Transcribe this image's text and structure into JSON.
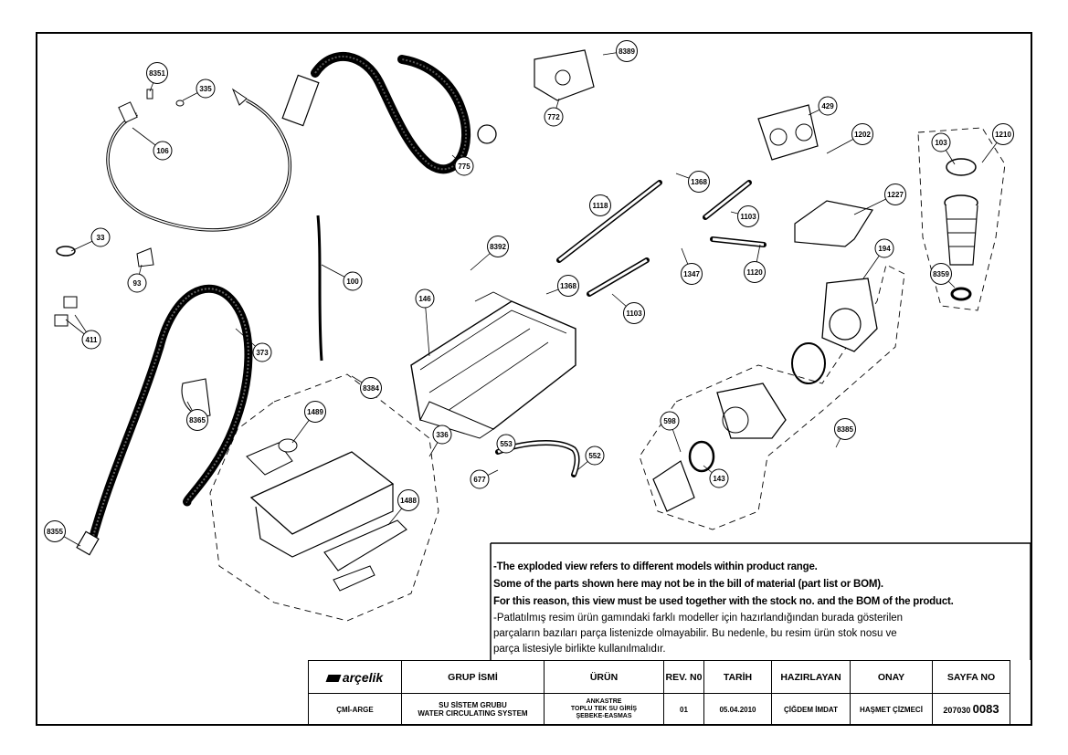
{
  "callouts": [
    {
      "id": "8351"
    },
    {
      "id": "335"
    },
    {
      "id": "106"
    },
    {
      "id": "33"
    },
    {
      "id": "93"
    },
    {
      "id": "411"
    },
    {
      "id": "373"
    },
    {
      "id": "8365"
    },
    {
      "id": "8355"
    },
    {
      "id": "100"
    },
    {
      "id": "8384"
    },
    {
      "id": "1489"
    },
    {
      "id": "1488"
    },
    {
      "id": "336"
    },
    {
      "id": "775"
    },
    {
      "id": "772"
    },
    {
      "id": "8389"
    },
    {
      "id": "146"
    },
    {
      "id": "8392"
    },
    {
      "id": "1118"
    },
    {
      "id": "1368"
    },
    {
      "id": "1368"
    },
    {
      "id": "1103"
    },
    {
      "id": "1103"
    },
    {
      "id": "1347"
    },
    {
      "id": "1120"
    },
    {
      "id": "429"
    },
    {
      "id": "1202"
    },
    {
      "id": "1227"
    },
    {
      "id": "194"
    },
    {
      "id": "103"
    },
    {
      "id": "1210"
    },
    {
      "id": "8359"
    },
    {
      "id": "553"
    },
    {
      "id": "552"
    },
    {
      "id": "677"
    },
    {
      "id": "598"
    },
    {
      "id": "143"
    },
    {
      "id": "8385"
    }
  ],
  "notes": {
    "en1": "-The exploded view refers to different models within product range.",
    "en2": "Some of the parts shown here may not be in the bill of material (part list or BOM).",
    "en3": "For this reason, this view must be used together with the stock no. and the BOM of the product.",
    "tr1": "-Patlatılmış resim ürün gamındaki farklı modeller için hazırlandığından burada gösterilen",
    "tr2": "parçaların bazıları parça listenizde olmayabilir. Bu nedenle, bu resim ürün stok nosu ve",
    "tr3": "parça listesiyle birlikte kullanılmalıdır."
  },
  "titleblock": {
    "logo": "arçelik",
    "headers": {
      "group": "GRUP İSMİ",
      "product": "ÜRÜN",
      "rev": "REV. N0",
      "date": "TARİH",
      "prepared": "HAZIRLAYAN",
      "approved": "ONAY",
      "page": "SAYFA NO"
    },
    "values": {
      "code": "ÇMİ-ARGE",
      "group_tr": "SU SİSTEM GRUBU",
      "group_en": "WATER CIRCULATING SYSTEM",
      "product_1": "ANKASTRE",
      "product_2": "TOPLU TEK SU GİRİŞ",
      "product_3": "ŞEBEKE-EASMAS",
      "rev": "01",
      "date": "05.04.2010",
      "prepared": "ÇİĞDEM İMDAT",
      "approved": "HAŞMET ÇİZMECİ",
      "page_prefix": "207030",
      "page_no": "0083"
    }
  }
}
